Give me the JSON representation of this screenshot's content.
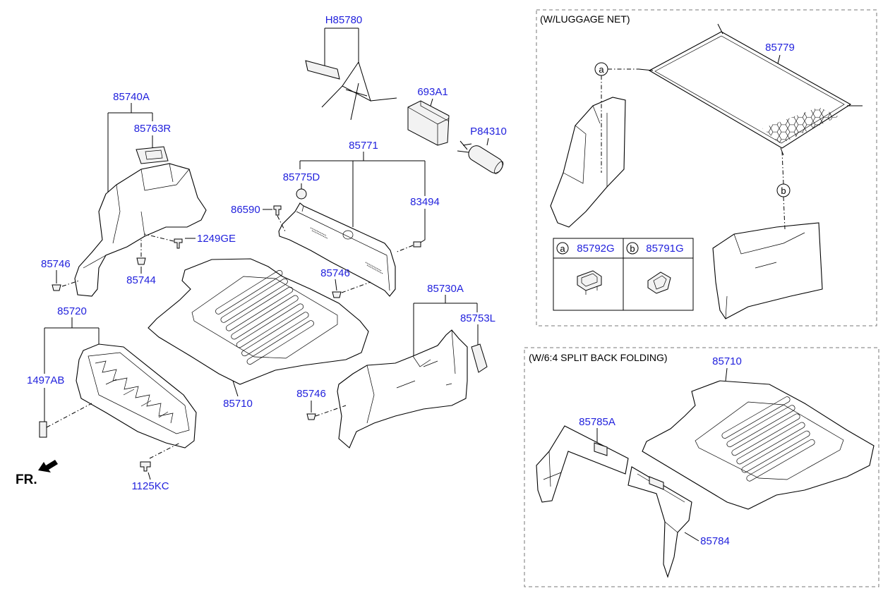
{
  "main_diagram": {
    "callouts": [
      "H85780",
      "85740A",
      "85763R",
      "693A1",
      "P84310",
      "85771",
      "85775D",
      "86590",
      "83494",
      "1249GE",
      "85746",
      "85744",
      "85746",
      "85720",
      "85730A",
      "85753L",
      "1497AB",
      "85746",
      "85710",
      "1125KC"
    ],
    "direction_marker": "FR."
  },
  "luggage_net_panel": {
    "title": "(W/LUGGAGE NET)",
    "callouts": [
      "85779"
    ],
    "markers": [
      "a",
      "b"
    ],
    "legend": [
      {
        "marker": "a",
        "part": "85792G"
      },
      {
        "marker": "b",
        "part": "85791G"
      }
    ]
  },
  "split_folding_panel": {
    "title": "(W/6:4 SPLIT BACK FOLDING)",
    "callouts": [
      "85710",
      "85785A",
      "85784"
    ]
  },
  "colors": {
    "callout": "#2222dd",
    "line": "#000000",
    "background": "#ffffff"
  }
}
